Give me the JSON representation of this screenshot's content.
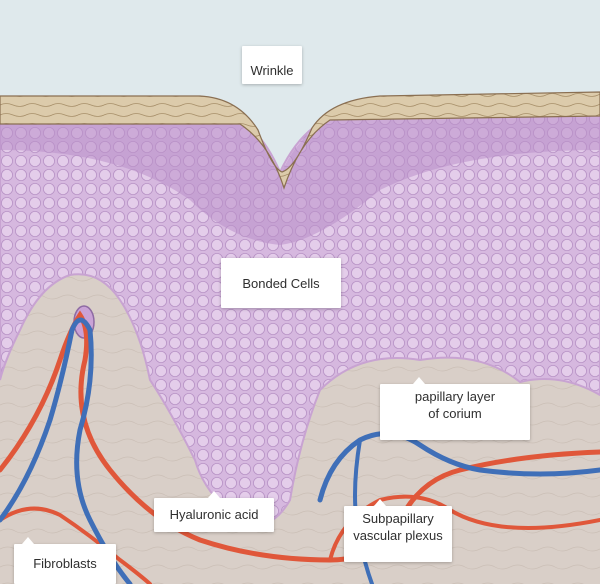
{
  "labels": {
    "wrinkle": "Wrinkle",
    "bonded_cells": "Bonded Cells",
    "hyaluronic_acid": "Hyaluronic acid",
    "papillary": {
      "line1": "papillary layer",
      "line2": "of corium"
    },
    "subpapillary": {
      "line1": "Subpapillary",
      "line2": "vascular plexus"
    },
    "fibroblasts": "Fibroblasts"
  },
  "colors": {
    "sky": "#dfe9ec",
    "stratum_corneum": "#d8c6a6",
    "epidermis": "#d3b4dc",
    "dermis": "#d9cfc8",
    "artery": "#e0573a",
    "vein": "#3f6fb8"
  }
}
